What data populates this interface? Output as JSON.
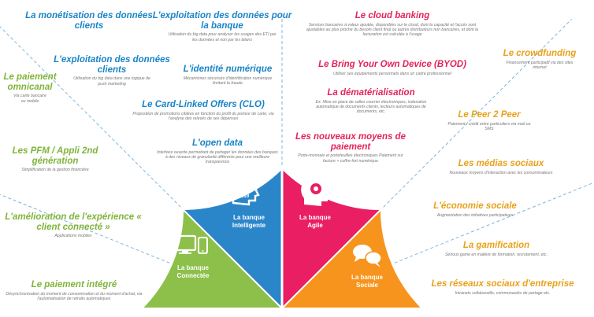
{
  "colors": {
    "blue": "#2b86c9",
    "green": "#8cc04b",
    "pink": "#e91e63",
    "orange": "#f7941d",
    "line": "#7eb6dd"
  },
  "segments": {
    "connectee": {
      "line1": "La banque",
      "line2": "Connectée",
      "icon": "devices-icon"
    },
    "intelligente": {
      "line1": "La banque",
      "line2": "Intelligente",
      "icon": "binary-head-icon"
    },
    "agile": {
      "line1": "La banque",
      "line2": "Agile",
      "icon": "head-icon"
    },
    "sociale": {
      "line1": "La banque",
      "line2": "Sociale",
      "icon": "chat-bubbles-icon"
    }
  },
  "left_items": [
    {
      "title": "La monétisation des données clients",
      "desc": ""
    },
    {
      "title": "L'exploitation des données pour la banque",
      "desc": "Utilisation du big data pour analyser les usages des ETI par les données et non par les bilans"
    },
    {
      "title": "L'exploitation des données clients",
      "desc": "Utilisation du big data dans une logique de push marketing"
    },
    {
      "title": "L'identité numérique",
      "desc": "Mécanismes sécurisés d'identification numérique limitant la fraude"
    },
    {
      "title": "Le paiement omnicanal",
      "desc": "Via carte bancaire ou mobile"
    },
    {
      "title": "Le Card-Linked Offers (CLO)",
      "desc": "Proposition de promotions ciblées en fonction du profil du porteur de carte, via l'analyse des relevés de ses dépenses"
    },
    {
      "title": "Les PFM / Appli 2nd génération",
      "desc": "Simplification de la gestion financière"
    },
    {
      "title": "L'open data",
      "desc": "Interface ouverte permettant de partager les données des banques à des niveaux de granularité différents pour une meilleure transparence"
    },
    {
      "title": "L'amélioration de l'expérience « client connecté »",
      "desc": "Applications mobiles"
    },
    {
      "title": "Le paiement intégré",
      "desc": "Désynchronisation du moment de consommation et du moment d'achat, via l'automatisation de retraits automatiques"
    }
  ],
  "right_items": [
    {
      "title": "Le cloud banking",
      "desc": "Services bancaires à valeur ajoutée, disponibles sur le cloud, dont la capacité et l'accès sont ajustables au plus proche du besoin client final ou autres distributeurs non bancaires, et dont la facturation est calculée à l'usage"
    },
    {
      "title": "Le Bring Your Own Device (BYOD)",
      "desc": "Utiliser ses équipements personnels dans un cadre professionnel"
    },
    {
      "title": "Le crowdfunding",
      "desc": "Financement participatif via des sites internet"
    },
    {
      "title": "La dématérialisation",
      "desc": "Ex: Mise en place de salles courrier électroniques, indexation automatique de documents clients, lecteurs automatiques de documents, etc."
    },
    {
      "title": "Le Peer 2 Peer",
      "desc": "Paiement / crédit entre particuliers via mail ou SMS"
    },
    {
      "title": "Les nouveaux moyens de paiement",
      "desc": "Porte-monnaie et portefeuilles électroniques Paiement sur facture + coffre-fort numérique"
    },
    {
      "title": "Les médias sociaux",
      "desc": "Nouveaux moyens d'interaction avec les consommateurs"
    },
    {
      "title": "L'économie sociale",
      "desc": "Augmentation des initiatives participatives"
    },
    {
      "title": "La gamification",
      "desc": "Serious game en matière de formation, recrutement, etc."
    },
    {
      "title": "Les réseaux sociaux d'entreprise",
      "desc": "Intranets collaboratifs, communautés de partage etc."
    }
  ]
}
